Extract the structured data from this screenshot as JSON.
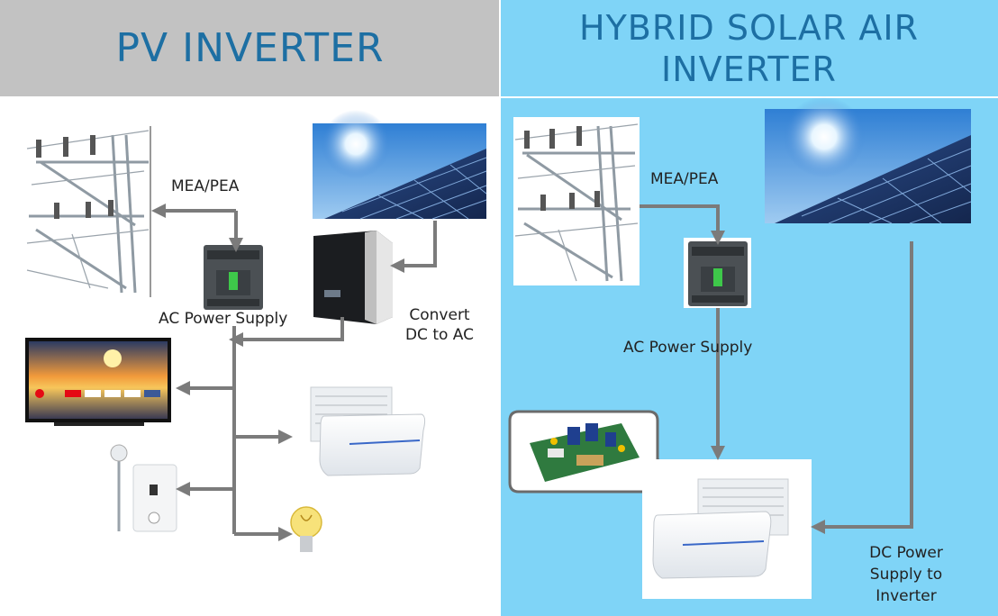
{
  "left": {
    "title": "PV INVERTER",
    "grid_label": "MEA/PEA",
    "breaker_label": "AC Power  Supply",
    "convert_label_1": "Convert",
    "convert_label_2": "DC to AC"
  },
  "right": {
    "title_1": "HYBRID SOLAR AIR",
    "title_2": "INVERTER",
    "grid_label": "MEA/PEA",
    "breaker_label": "AC Power  Supply",
    "dc_label_1": "DC Power",
    "dc_label_2": "Supply to",
    "dc_label_3": "Inverter"
  },
  "colors": {
    "title": "#1d6fa3",
    "left_header": "#c2c2c2",
    "right_bg": "#7fd4f7",
    "arrow": "#7b7b7b"
  }
}
